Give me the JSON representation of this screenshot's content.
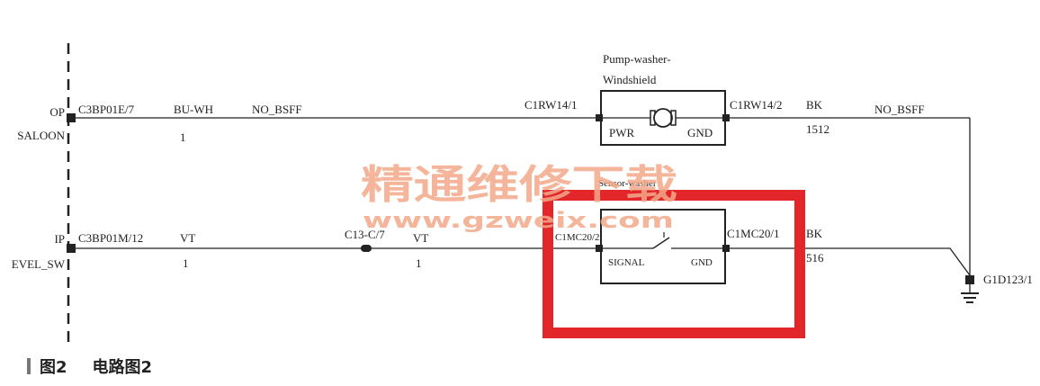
{
  "connectors": {
    "left_top": {
      "side_code": "OP",
      "side_name": "SALOON",
      "connector": "C3BP01E/7"
    },
    "left_bottom": {
      "side_code": "IP",
      "side_name": "EVEL_SW",
      "connector": "C3BP01M/12"
    },
    "inline": "C13-C/7",
    "ground": "G1D123/1"
  },
  "wires": {
    "top_left": {
      "color": "BU-WH",
      "size": "1",
      "circuit": "NO_BSFF"
    },
    "top_right": {
      "color": "BK",
      "size": "1512",
      "circuit": "NO_BSFF"
    },
    "bottom_left": {
      "color": "VT",
      "size": "1"
    },
    "bottom_mid": {
      "color": "VT",
      "size": "1"
    },
    "bottom_right": {
      "color": "BK",
      "size": "516"
    }
  },
  "pump": {
    "name_line1": "Pump-washer-",
    "name_line2": "Windshield",
    "pin_left": "C1RW14/1",
    "pin_right": "C1RW14/2",
    "pin_left_label": "PWR",
    "pin_right_label": "GND"
  },
  "sensor": {
    "name": "Sensor-washer",
    "pin_left": "C1MC20/2",
    "pin_right": "C1MC20/1",
    "pin_left_label": "SIGNAL",
    "pin_right_label": "GND"
  },
  "watermark": {
    "text_cn": "精通维修下载",
    "url": "www.gzweix.com"
  },
  "caption": {
    "fig": "图2",
    "title": "电路图2"
  },
  "colors": {
    "highlight": "#e3262a",
    "line": "#222222",
    "watermark": "#f3a98a"
  }
}
